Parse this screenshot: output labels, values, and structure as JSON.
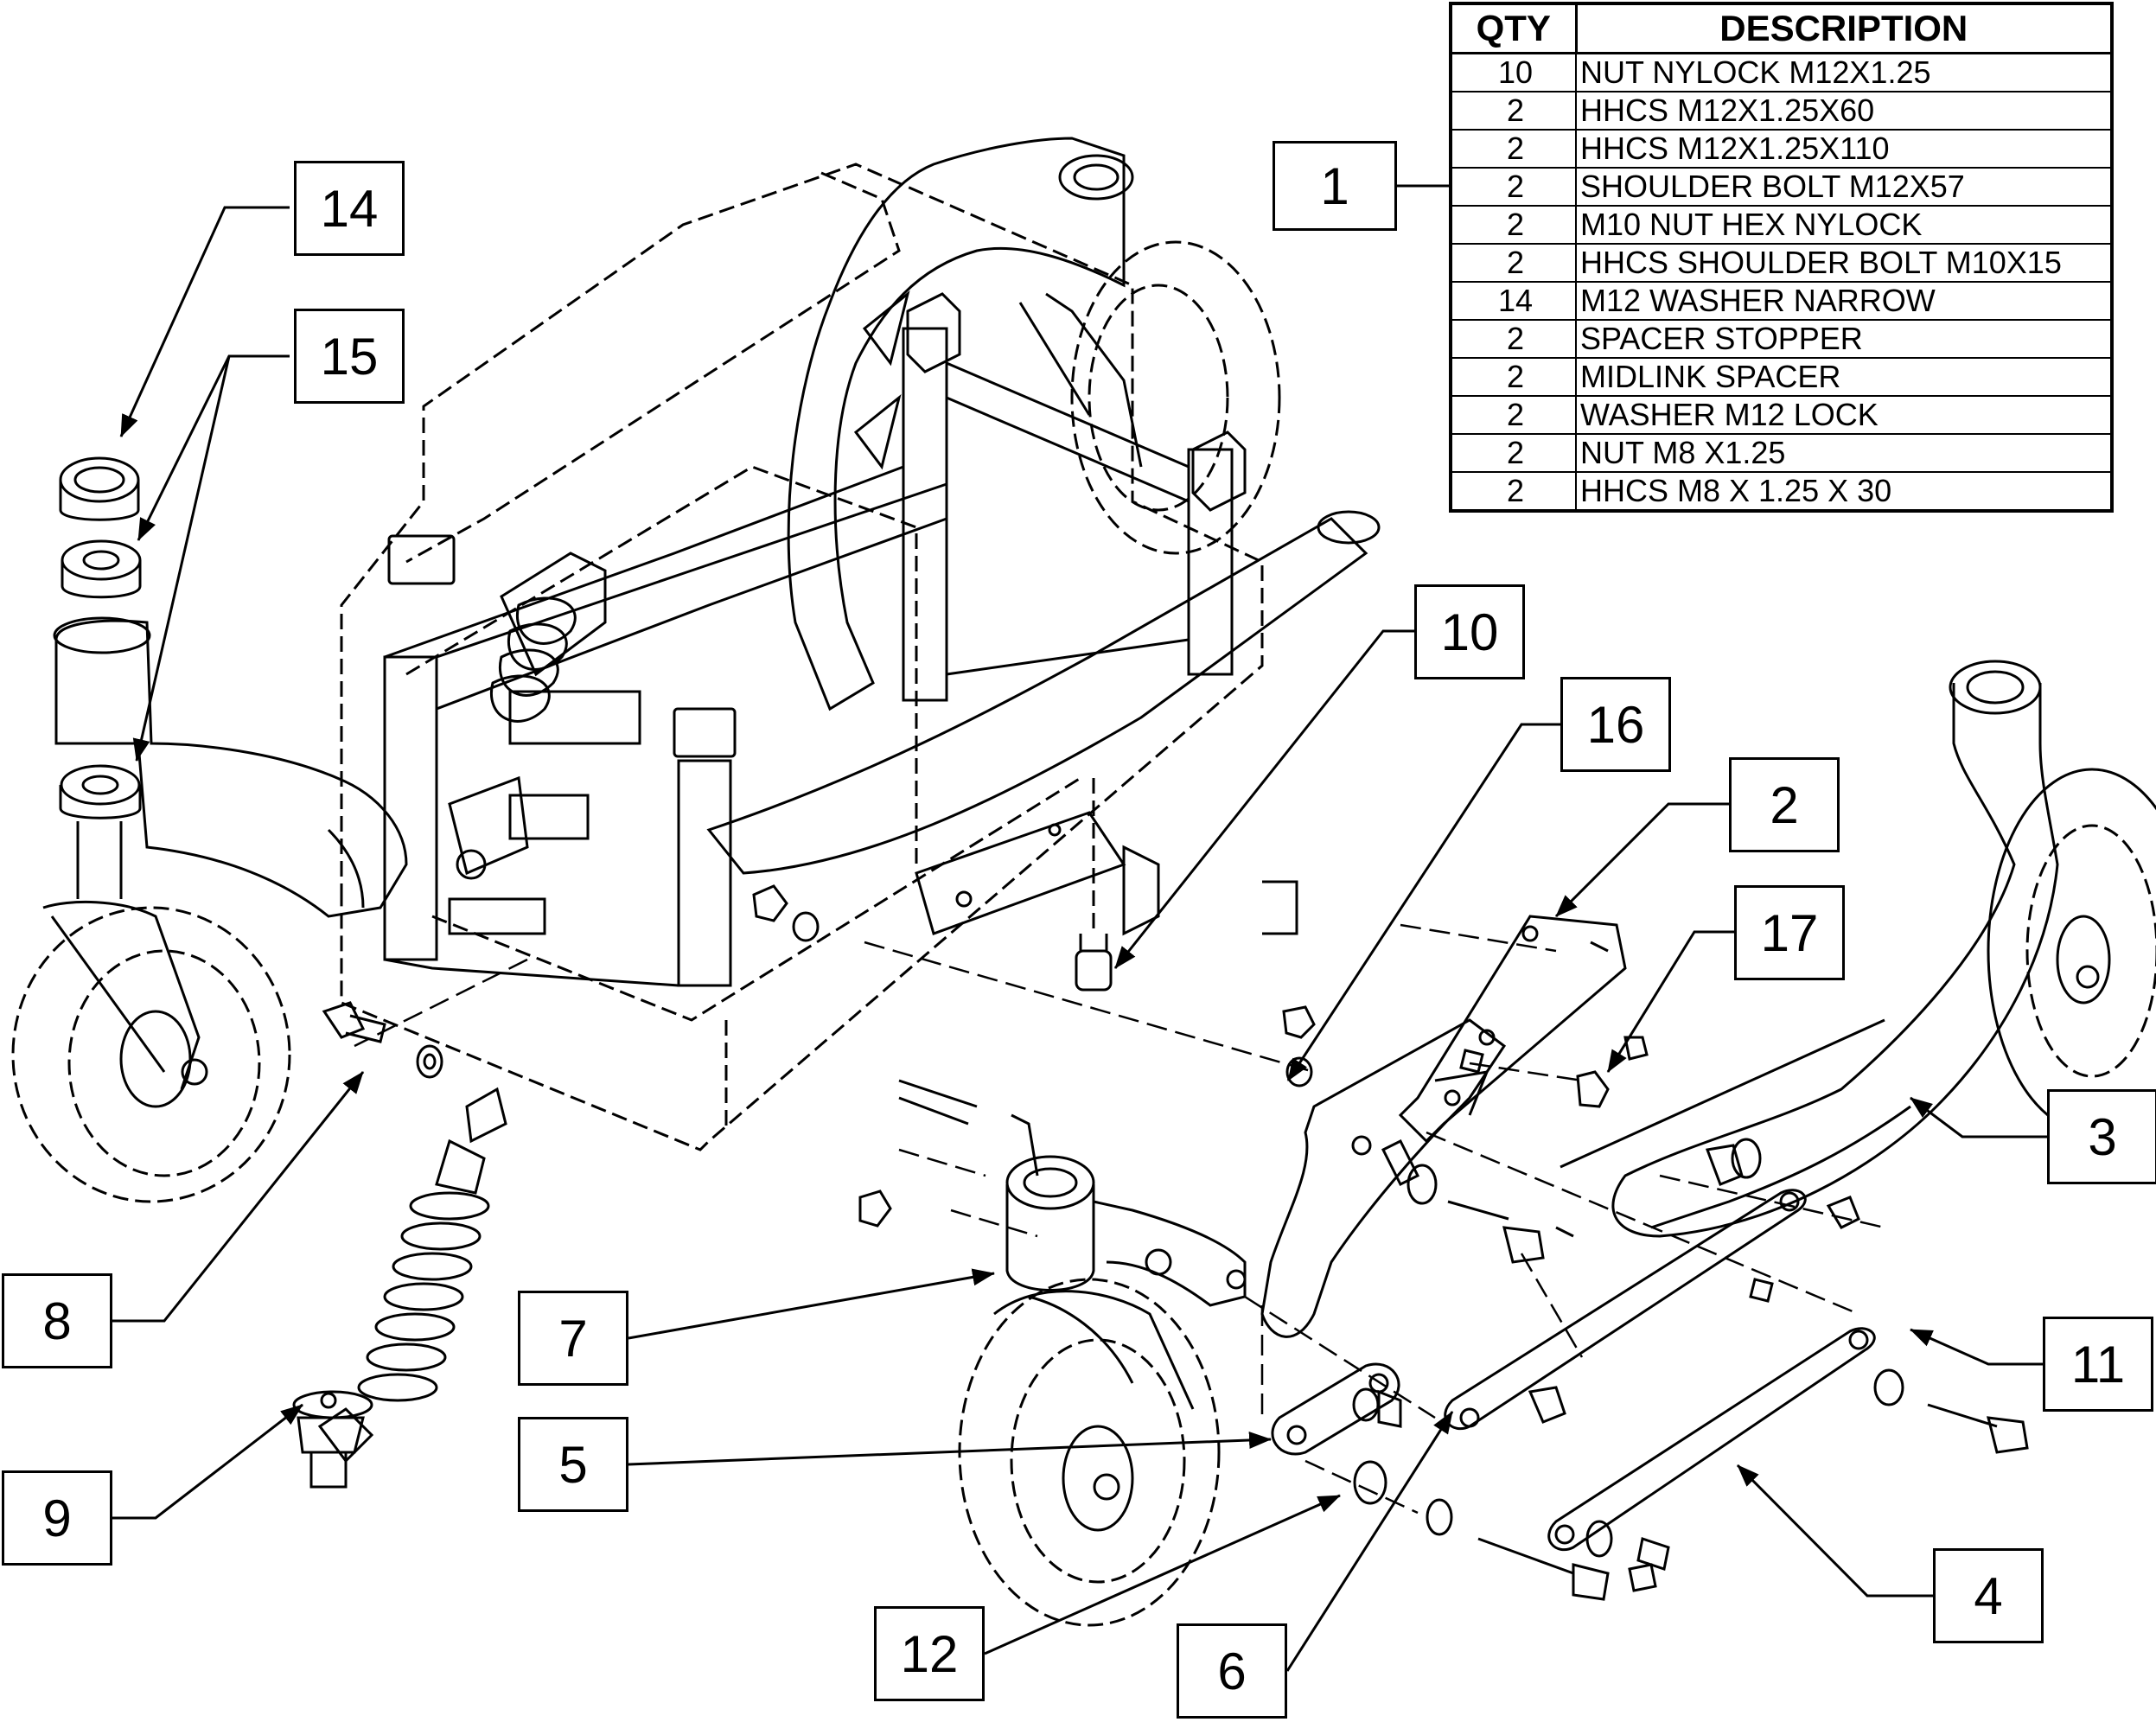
{
  "table": {
    "headers": {
      "qty": "QTY",
      "description": "DESCRIPTION"
    },
    "rows": [
      {
        "qty": "10",
        "description": "NUT NYLOCK M12X1.25"
      },
      {
        "qty": "2",
        "description": "HHCS M12X1.25X60"
      },
      {
        "qty": "2",
        "description": "HHCS M12X1.25X110"
      },
      {
        "qty": "2",
        "description": "SHOULDER BOLT M12X57"
      },
      {
        "qty": "2",
        "description": "M10 NUT HEX NYLOCK"
      },
      {
        "qty": "2",
        "description": "HHCS SHOULDER BOLT M10X15"
      },
      {
        "qty": "14",
        "description": "M12 WASHER NARROW"
      },
      {
        "qty": "2",
        "description": "SPACER STOPPER"
      },
      {
        "qty": "2",
        "description": "MIDLINK SPACER"
      },
      {
        "qty": "2",
        "description": "WASHER M12 LOCK"
      },
      {
        "qty": "2",
        "description": "NUT M8 X1.25"
      },
      {
        "qty": "2",
        "description": "HHCS M8 X 1.25 X 30"
      }
    ]
  },
  "callouts": {
    "c1": "1",
    "c2": "2",
    "c3": "3",
    "c4": "4",
    "c5": "5",
    "c6": "6",
    "c7": "7",
    "c8": "8",
    "c9": "9",
    "c10": "10",
    "c11": "11",
    "c12": "12",
    "c14": "14",
    "c15": "15",
    "c16": "16",
    "c17": "17"
  }
}
